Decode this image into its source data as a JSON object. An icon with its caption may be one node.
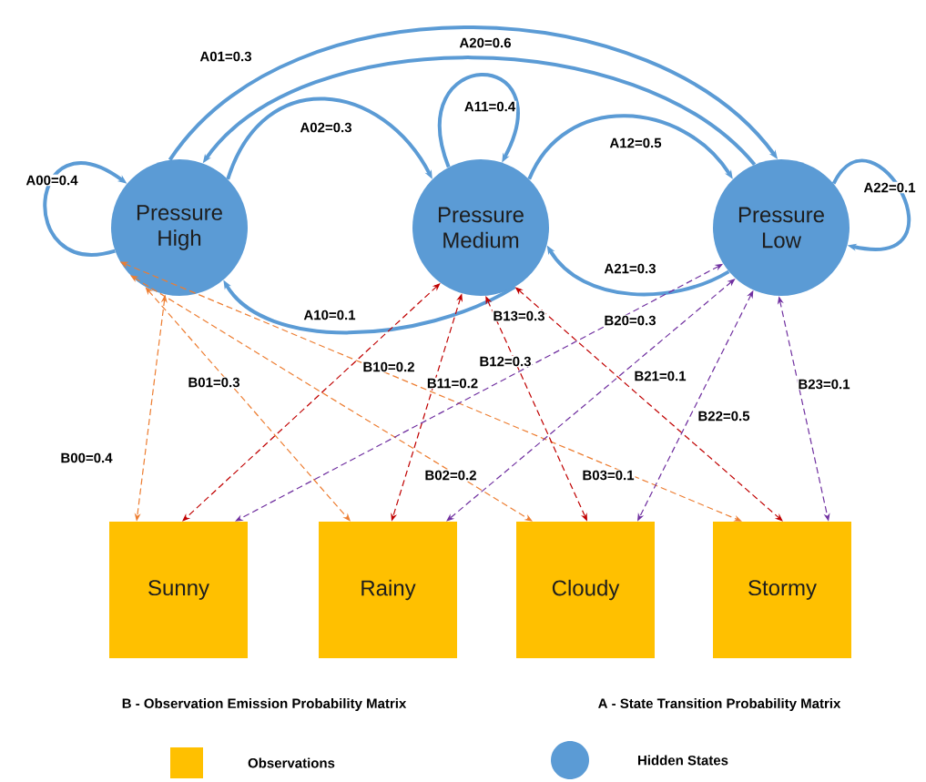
{
  "diagram": {
    "nodes": [
      {
        "text": [
          "Pressure High"
        ]
      },
      {
        "text": [
          "Pressure Medium"
        ]
      },
      {
        "text": [
          "Pressure Low"
        ]
      },
      {
        "text": [
          "Sunny"
        ]
      },
      {
        "text": [
          "Rainy"
        ]
      },
      {
        "text": [
          "Cloudy"
        ]
      },
      {
        "text": [
          "Stormy"
        ]
      }
    ],
    "edges": [
      {
        "from": 0,
        "to": 0,
        "arrow": "to",
        "label": "A00=0.4",
        "style": "thick",
        "color": "#5b9bd5"
      },
      {
        "from": 0,
        "to": 2,
        "arrow": "to",
        "label": "A01=0.3",
        "style": "thick",
        "color": "#5b9bd5"
      },
      {
        "from": 2,
        "to": 0,
        "arrow": "to",
        "label": "A20=0.6",
        "style": "thick",
        "color": "#5b9bd5"
      },
      {
        "from": 0,
        "to": 1,
        "arrow": "to",
        "label": "A02=0.3",
        "style": "thick",
        "color": "#5b9bd5"
      },
      {
        "from": 1,
        "to": 0,
        "arrow": "to",
        "label": "A10=0.1",
        "style": "thick",
        "color": "#5b9bd5"
      },
      {
        "from": 1,
        "to": 1,
        "arrow": "to",
        "label": "A11=0.4",
        "style": "thick",
        "color": "#5b9bd5"
      },
      {
        "from": 1,
        "to": 2,
        "arrow": "to",
        "label": "A12=0.5",
        "style": "thick",
        "color": "#5b9bd5"
      },
      {
        "from": 2,
        "to": 1,
        "arrow": "to",
        "label": "A21=0.3",
        "style": "thick",
        "color": "#5b9bd5"
      },
      {
        "from": 2,
        "to": 2,
        "arrow": "to",
        "label": "A22=0.1",
        "style": "thick",
        "color": "#5b9bd5"
      },
      {
        "from": 0,
        "to": 3,
        "arrow": "both",
        "label": "B00=0.4",
        "style": "dashed",
        "color": "#ed7d31"
      },
      {
        "from": 0,
        "to": 4,
        "arrow": "both",
        "label": "B01=0.3",
        "style": "dashed",
        "color": "#ed7d31"
      },
      {
        "from": 0,
        "to": 5,
        "arrow": "both",
        "label": "B02=0.2",
        "style": "dashed",
        "color": "#ed7d31"
      },
      {
        "from": 0,
        "to": 6,
        "arrow": "both",
        "label": "B03=0.1",
        "style": "dashed",
        "color": "#ed7d31"
      },
      {
        "from": 1,
        "to": 3,
        "arrow": "both",
        "label": "B10=0.2",
        "style": "dashed",
        "color": "#c00000"
      },
      {
        "from": 1,
        "to": 4,
        "arrow": "both",
        "label": "B11=0.2",
        "style": "dashed",
        "color": "#c00000"
      },
      {
        "from": 1,
        "to": 5,
        "arrow": "both",
        "label": "B12=0.3",
        "style": "dashed",
        "color": "#c00000"
      },
      {
        "from": 1,
        "to": 6,
        "arrow": "both",
        "label": "B13=0.3",
        "style": "dashed",
        "color": "#c00000"
      },
      {
        "from": 2,
        "to": 3,
        "arrow": "both",
        "label": "B20=0.3",
        "style": "dashed",
        "color": "#7030a0"
      },
      {
        "from": 2,
        "to": 4,
        "arrow": "both",
        "label": "B21=0.1",
        "style": "dashed",
        "color": "#7030a0"
      },
      {
        "from": 2,
        "to": 5,
        "arrow": "both",
        "label": "B22=0.5",
        "style": "dashed",
        "color": "#7030a0"
      },
      {
        "from": 2,
        "to": 6,
        "arrow": "both",
        "label": "B23=0.1",
        "style": "dashed",
        "color": "#7030a0"
      }
    ],
    "labels": [
      "B - Observation Emission Probability Matrix",
      "A - State Transition Probability Matrix"
    ],
    "legend": [
      {
        "text": "Observations",
        "color": "#ffc000"
      },
      {
        "text": "Hidden States",
        "color": "#5b9bd5"
      }
    ]
  }
}
